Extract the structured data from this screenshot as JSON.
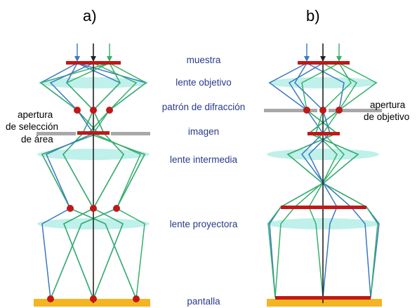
{
  "panels": {
    "a": "a)",
    "b": "b)"
  },
  "center_labels": {
    "muestra": "muestra",
    "lente_objetivo": "lente objetivo",
    "patron": "patrón de difracción",
    "imagen": "imagen",
    "lente_intermedia": "lente intermedia",
    "lente_proyectora": "lente proyectora",
    "pantalla": "pantalla"
  },
  "side_labels": {
    "a_line1": "apertura",
    "a_line2": "de selección",
    "a_line3": "de área",
    "b_line1": "apertura",
    "b_line2": "de objetivo"
  },
  "colors": {
    "blue_ray": "#3a78c0",
    "green_ray": "#35b06a",
    "axis": "#222222",
    "red": "#c01818",
    "lens": "#bff0ea",
    "aperture": "#a8a8a8",
    "screen": "#f3b521",
    "label_text": "#2a3a8c"
  }
}
